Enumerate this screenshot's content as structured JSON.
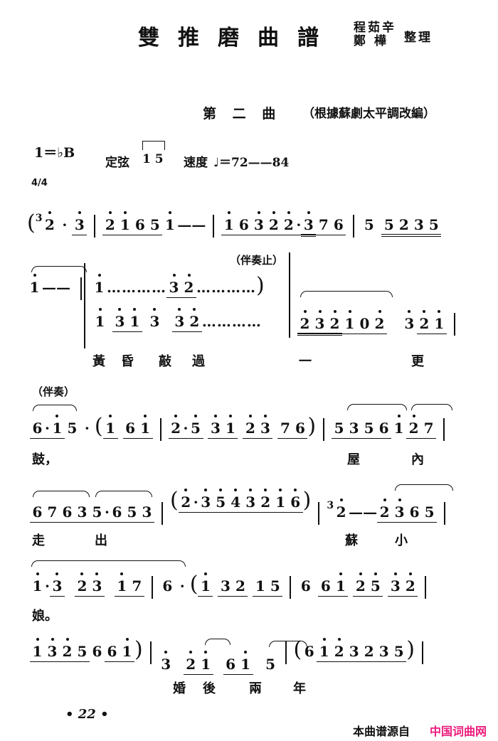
{
  "header": {
    "title": "雙推磨曲譜",
    "arrangers": [
      "程茹辛",
      "鄭 樺"
    ],
    "arranger_role": "整理"
  },
  "section": {
    "heading": "第 二 曲",
    "note": "（根據蘇劇太平調改編）"
  },
  "meta": {
    "key": "1＝♭B",
    "tuning_label": "定弦",
    "tuning_value": "1 5",
    "tempo_label": "速度",
    "tempo_value": "♩＝72——84",
    "time_signature": "4/4"
  },
  "annotations": {
    "accomp_stop": "（伴奏止）",
    "accomp": "（伴奏）"
  },
  "score": {
    "line1": "(³⌒2 · 3 | 2 1 6 5 1 —— | 1 6 3 2 2·3 7 6 | 5 5 2 3 5",
    "line2_upper": "1 —— | 1 ………… 3 2 ………… )",
    "line2_lower": "1 3 1 3 3 2 ………… | 2 3 2 1 0 2 3 2 1 |",
    "line3": "6·1 5 · ( 1 6 1 | 2·5 3 1 2 3 7 6 ) | 5 3 5 6 1 2 7 |",
    "line4": "6 7 6 3 5·6 5 3 | ( 2·3 5 4 3 2 1 6 ) | ³⌒2 —— 2 3 6 5 |",
    "line5": "1·3 2 3 1 7 | 6 · ( 1 3 2 1 5 | 6 6 1 2 5 3 2 |",
    "line6": "1 3 2 5 6 6 1 ) | 3 2 1 6 1 5 | ( 6 1 2 3 2 3 5 ) |"
  },
  "lyrics": {
    "line2": [
      "黃",
      "昏",
      "敲",
      "過",
      "一",
      "更"
    ],
    "line3": [
      "鼓，",
      "屋",
      "內"
    ],
    "line4": [
      "走",
      "出",
      "蘇",
      "小"
    ],
    "line5": [
      "娘。"
    ],
    "line6": [
      "婚",
      "後",
      "兩",
      "年"
    ]
  },
  "footer": {
    "page_number": "• 22 •",
    "source_label": "本曲谱源自",
    "source_site": "中国词曲网",
    "source_color": "#ec1c7c"
  }
}
